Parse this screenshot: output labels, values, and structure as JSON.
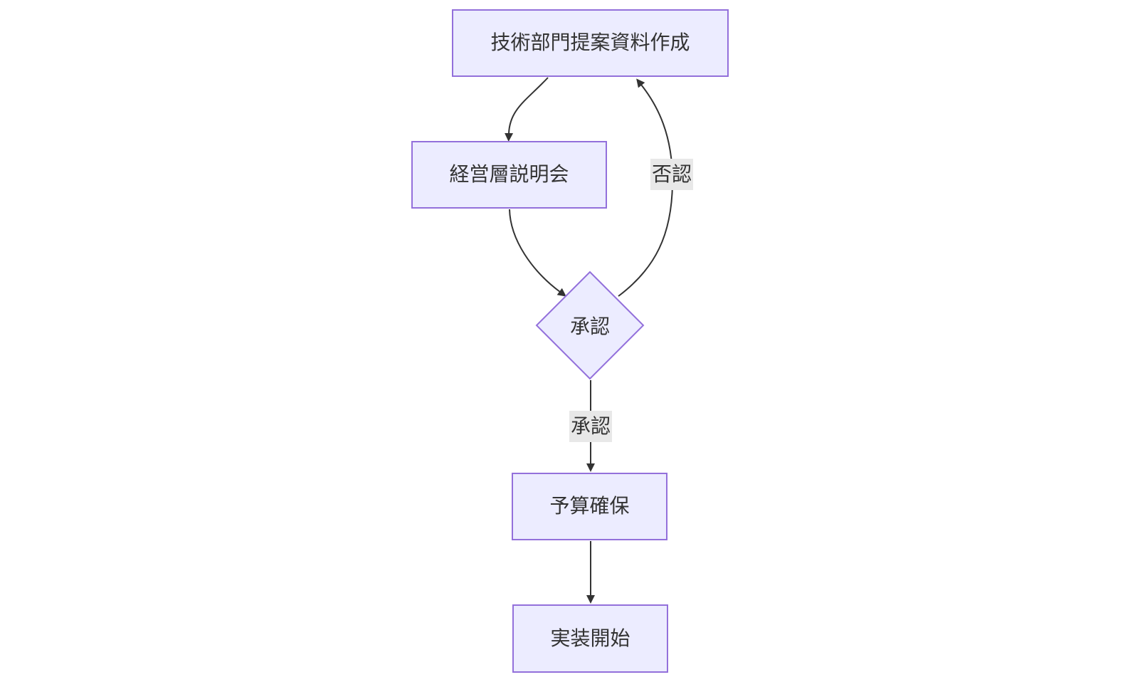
{
  "diagram": {
    "type": "flowchart",
    "direction": "top-down",
    "nodes": [
      {
        "id": "A",
        "label": "技術部門提案資料作成",
        "shape": "rect"
      },
      {
        "id": "B",
        "label": "経営層説明会",
        "shape": "rect"
      },
      {
        "id": "C",
        "label": "承認",
        "shape": "diamond"
      },
      {
        "id": "D",
        "label": "予算確保",
        "shape": "rect"
      },
      {
        "id": "E",
        "label": "実装開始",
        "shape": "rect"
      }
    ],
    "edges": [
      {
        "from": "A",
        "to": "B",
        "label": ""
      },
      {
        "from": "B",
        "to": "C",
        "label": ""
      },
      {
        "from": "C",
        "to": "A",
        "label": "否認"
      },
      {
        "from": "C",
        "to": "D",
        "label": "承認"
      },
      {
        "from": "D",
        "to": "E",
        "label": ""
      }
    ],
    "colors": {
      "node_fill": "#ECECFF",
      "node_border": "#9370DB",
      "edge_stroke": "#333333",
      "label_bg": "#e8e8e8",
      "text": "#333333",
      "background": "#ffffff"
    }
  }
}
